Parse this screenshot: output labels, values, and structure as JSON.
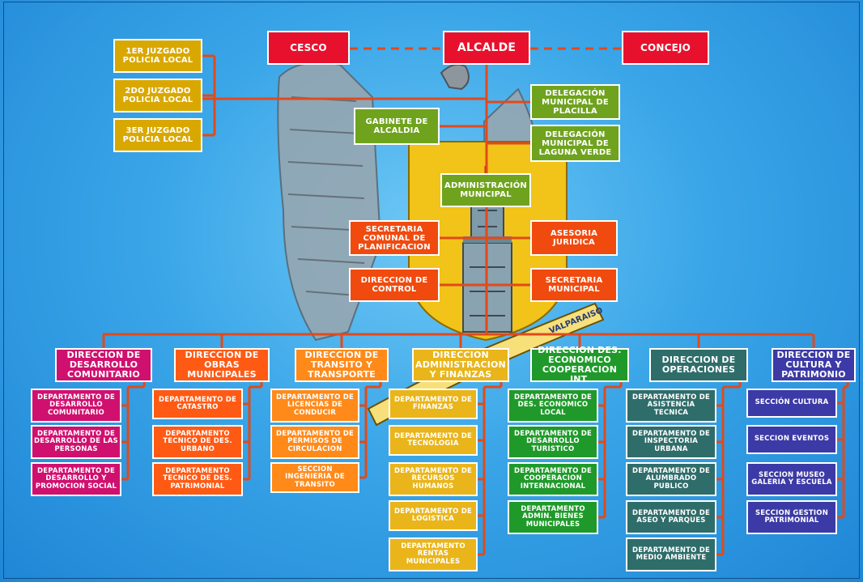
{
  "colors": {
    "connector": "#e04a1c",
    "red": "#e8112d",
    "gold": "#d9a800",
    "green": "#6fa31e",
    "orange_red": "#f04a0f",
    "magenta": "#d0106f",
    "orange": "#ff5a14",
    "orange2": "#ff8a1a",
    "yellow": "#e9b51a",
    "dark_green": "#1f9a2a",
    "slate": "#2f6d6a",
    "indigo": "#3c3aa6"
  },
  "top": {
    "cesco": "CESCO",
    "alcalde": "ALCALDE",
    "concejo": "CONCEJO"
  },
  "juzgados": [
    "1ER JUZGADO POLICIA LOCAL",
    "2DO JUZGADO POLICIA LOCAL",
    "3ER JUZGADO POLICIA LOCAL"
  ],
  "staff": {
    "gabinete": "GABINETE DE ALCALDIA",
    "deleg_placilla": "DELEGACIÓN MUNICIPAL DE PLACILLA",
    "deleg_laguna": "DELEGACIÓN MUNICIPAL DE LAGUNA VERDE",
    "administracion": "ADMINISTRACIÓN MUNICIPAL",
    "secplan": "SECRETARIA COMUNAL DE PLANIFICACION",
    "asesoria": "ASESORIA JURIDICA",
    "control": "DIRECCION DE CONTROL",
    "secmun": "SECRETARIA MUNICIPAL"
  },
  "emblem": {
    "ribbon_text": "VALPARAISO"
  },
  "directions": [
    {
      "title": "DIRECCION DE DESARROLLO COMUNITARIO",
      "depts": [
        "DEPARTAMENTO DE DESARROLLO COMUNITARIO",
        "DEPARTAMENTO DE DESARROLLO DE LAS PERSONAS",
        "DEPARTAMENTO DE DESARROLLO Y PROMOCION SOCIAL"
      ]
    },
    {
      "title": "DIRECCION DE OBRAS MUNICIPALES",
      "depts": [
        "DEPARTAMENTO DE CATASTRO",
        "DEPARTAMENTO TECNICO DE DES. URBANO",
        "DEPARTAMENTO TECNICO DE DES. PATRIMONIAL"
      ]
    },
    {
      "title": "DIRECCION DE TRANSITO Y TRANSPORTE",
      "depts": [
        "DEPARTAMENTO DE LICENCIAS DE CONDUCIR",
        "DEPARTAMENTO DE PERMISOS DE CIRCULACION",
        "SECCION INGENIERIA DE TRANSITO"
      ]
    },
    {
      "title": "DIRECCION ADMINISTRACION Y FINANZAS",
      "depts": [
        "DEPARTAMENTO DE FINANZAS",
        "DEPARTAMENTO DE TECNOLOGIA",
        "DEPARTAMENTO DE RECURSOS HUMANOS",
        "DEPARTAMENTO DE LOGISTICA",
        "DEPARTAMENTO RENTAS MUNICIPALES"
      ]
    },
    {
      "title": "DIRECCION DES. ECONOMICO COOPERACION INT.",
      "depts": [
        "DEPARTAMENTO DE DES. ECONOMICO LOCAL",
        "DEPARTAMENTO DE DESARROLLO TURISTICO",
        "DEPARTAMENTO DE COOPERACION INTERNACIONAL",
        "DEPARTAMENTO ADMIN. BIENES MUNICIPALES"
      ]
    },
    {
      "title": "DIRECCION DE OPERACIONES",
      "depts": [
        "DEPARTAMENTO DE ASISTENCIA TECNICA",
        "DEPARTAMENTO DE INSPECTORIA URBANA",
        "DEPARTAMENTO DE ALUMBRADO PUBLICO",
        "DEPARTAMENTO DE ASEO Y PARQUES",
        "DEPARTAMENTO DE MEDIO AMBIENTE"
      ]
    },
    {
      "title": "DIRECCION DE CULTURA Y PATRIMONIO",
      "depts": [
        "SECCIÓN CULTURA",
        "SECCION EVENTOS",
        "SECCION MUSEO GALERIA Y ESCUELA",
        "SECCION GESTION PATRIMONIAL"
      ]
    }
  ]
}
